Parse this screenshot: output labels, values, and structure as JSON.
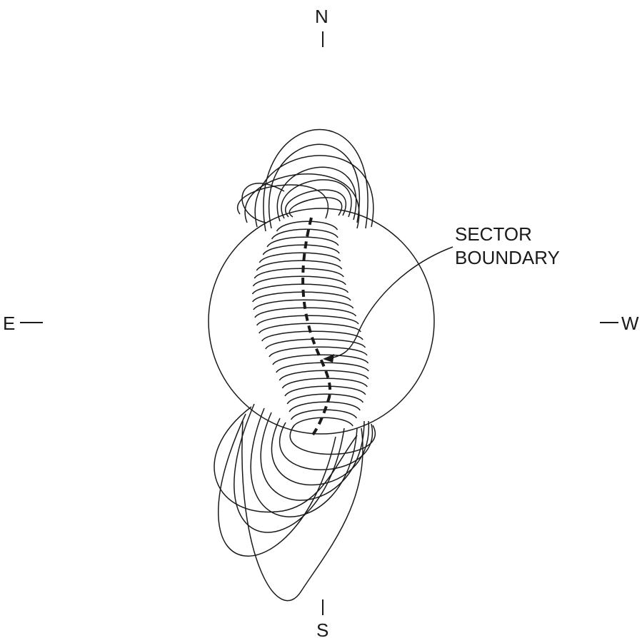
{
  "compass": {
    "north": "N",
    "south": "S",
    "east": "E",
    "west": "W"
  },
  "annotation": {
    "line1": "SECTOR",
    "line2": "BOUNDARY"
  },
  "colors": {
    "ink": "#1a1a1a",
    "background": "#ffffff"
  }
}
